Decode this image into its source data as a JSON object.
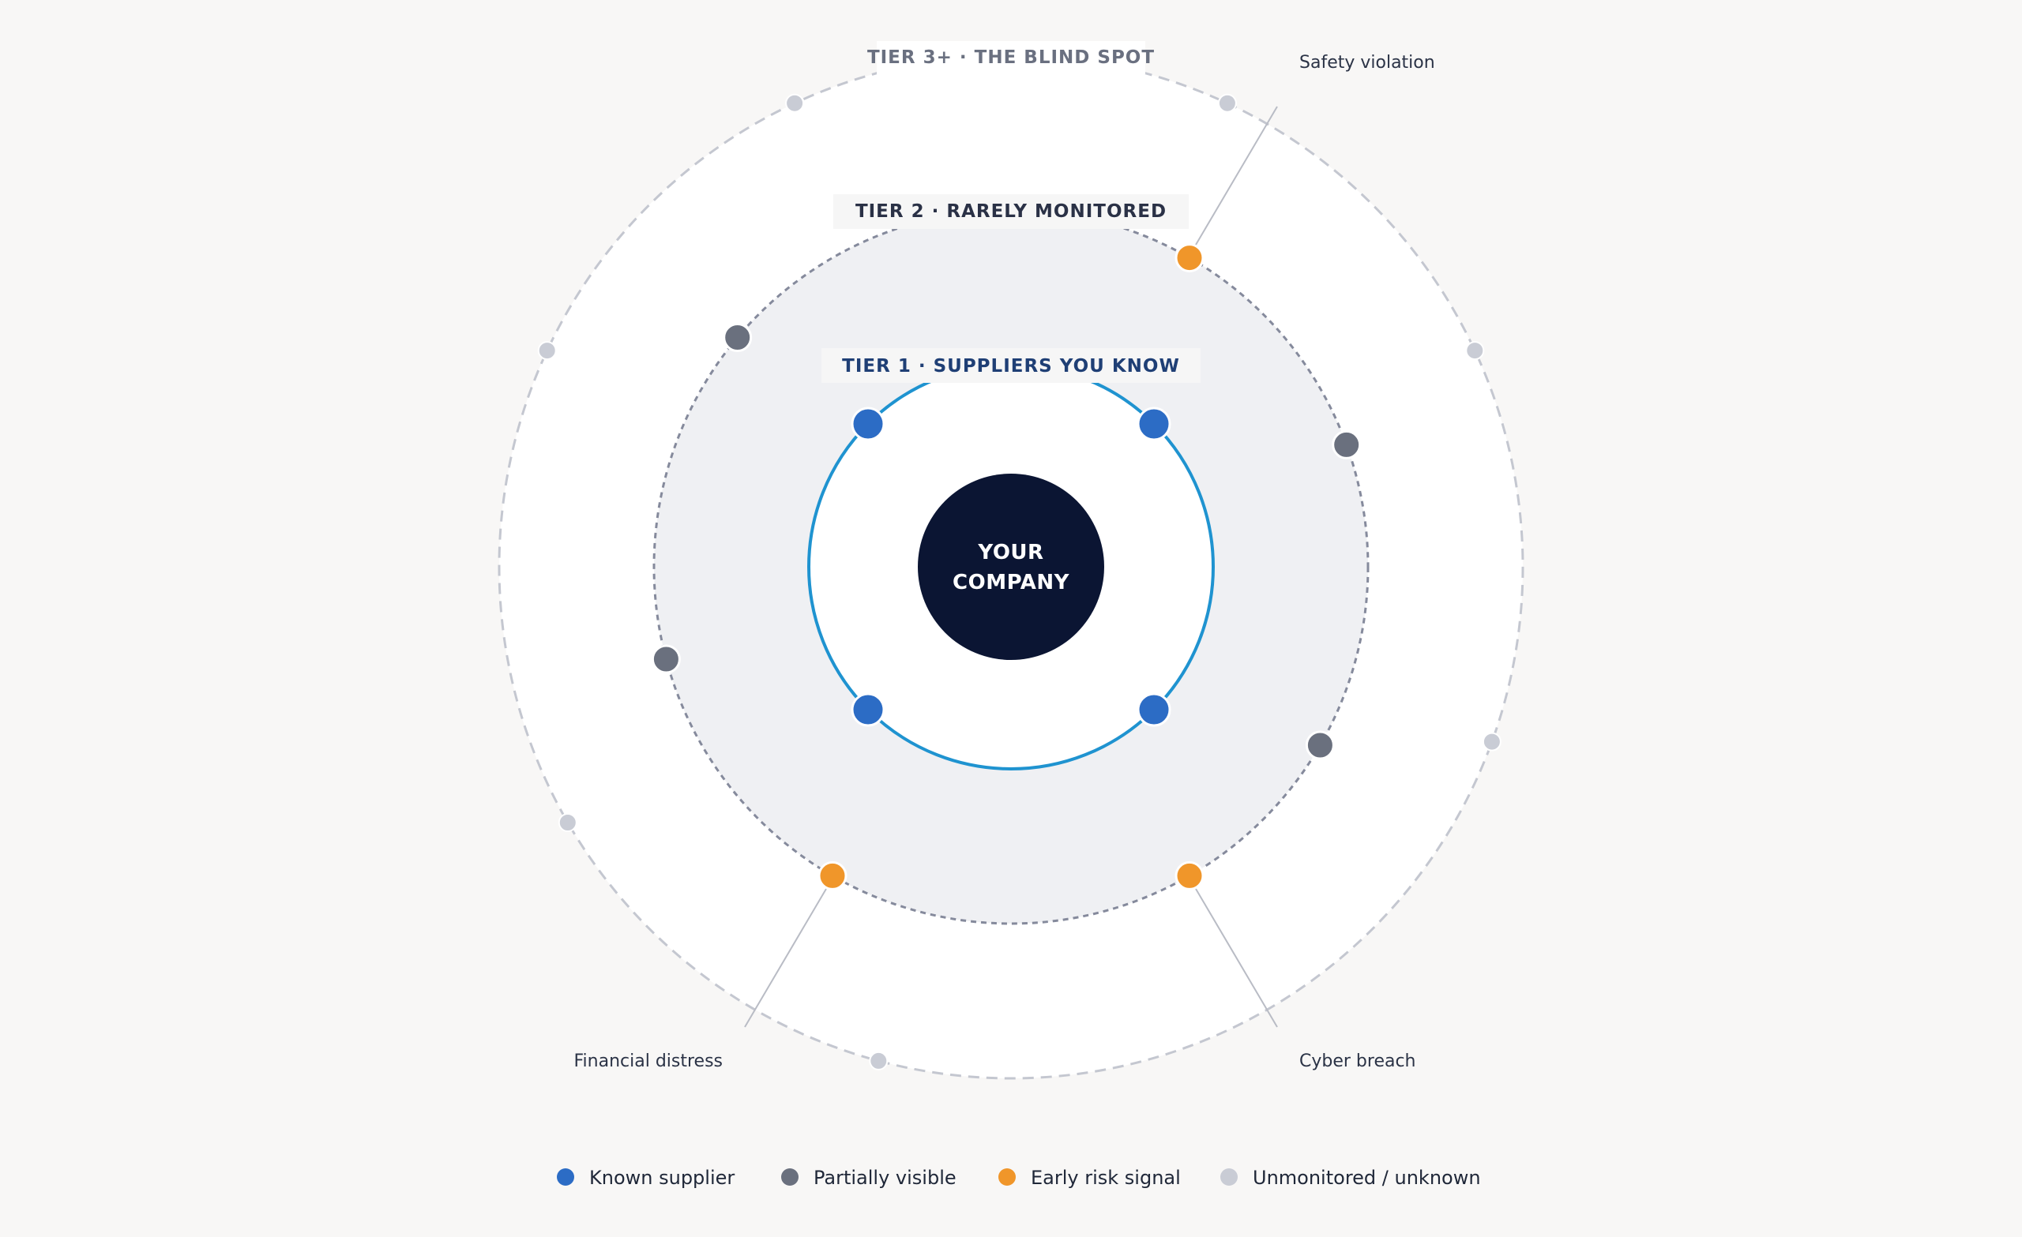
{
  "colors": {
    "background": "#f8f7f6",
    "tier1_ring": "#1f93d0",
    "tier2_ring": "#858a9c",
    "tier3_ring": "#c4c7d0",
    "tier2_fill": "#eff0f3",
    "inner_fill": "#ffffff",
    "center_fill": "#0b1533",
    "known": "#2c6cc5",
    "partial": "#6a707e",
    "risk": "#f0962a",
    "unknown": "#c9ccd5",
    "tier1_label": "#1f3f75",
    "tier2_label": "#2a3146",
    "tier3_label": "#6a7080"
  },
  "center": {
    "line1": "YOUR",
    "line2": "COMPANY"
  },
  "tiers": {
    "tier1": {
      "label": "TIER 1 · SUPPLIERS YOU KNOW"
    },
    "tier2": {
      "label": "TIER 2 · RARELY MONITORED"
    },
    "tier3": {
      "label": "TIER 3+ · THE BLIND SPOT"
    }
  },
  "callouts": {
    "safety": {
      "label": "Safety violation"
    },
    "financial": {
      "label": "Financial distress"
    },
    "cyber": {
      "label": "Cyber breach"
    }
  },
  "nodes": {
    "tier1": [
      {
        "angle": 315,
        "status": "known"
      },
      {
        "angle": 45,
        "status": "known"
      },
      {
        "angle": 135,
        "status": "known"
      },
      {
        "angle": 225,
        "status": "known"
      }
    ],
    "tier2": [
      {
        "angle": 30,
        "status": "risk",
        "callout": "safety"
      },
      {
        "angle": 70,
        "status": "partial"
      },
      {
        "angle": 120,
        "status": "partial"
      },
      {
        "angle": 150,
        "status": "risk",
        "callout": "cyber"
      },
      {
        "angle": 210,
        "status": "risk",
        "callout": "financial"
      },
      {
        "angle": 255,
        "status": "partial"
      },
      {
        "angle": 310,
        "status": "partial"
      }
    ],
    "tier3": [
      {
        "angle": 25,
        "status": "unknown"
      },
      {
        "angle": 65,
        "status": "unknown"
      },
      {
        "angle": 110,
        "status": "unknown"
      },
      {
        "angle": 195,
        "status": "unknown"
      },
      {
        "angle": 240,
        "status": "unknown"
      },
      {
        "angle": 295,
        "status": "unknown"
      },
      {
        "angle": 335,
        "status": "unknown"
      }
    ]
  },
  "legend": [
    {
      "status": "known",
      "label": "Known supplier"
    },
    {
      "status": "partial",
      "label": "Partially visible"
    },
    {
      "status": "risk",
      "label": "Early risk signal"
    },
    {
      "status": "unknown",
      "label": "Unmonitored / unknown"
    }
  ]
}
